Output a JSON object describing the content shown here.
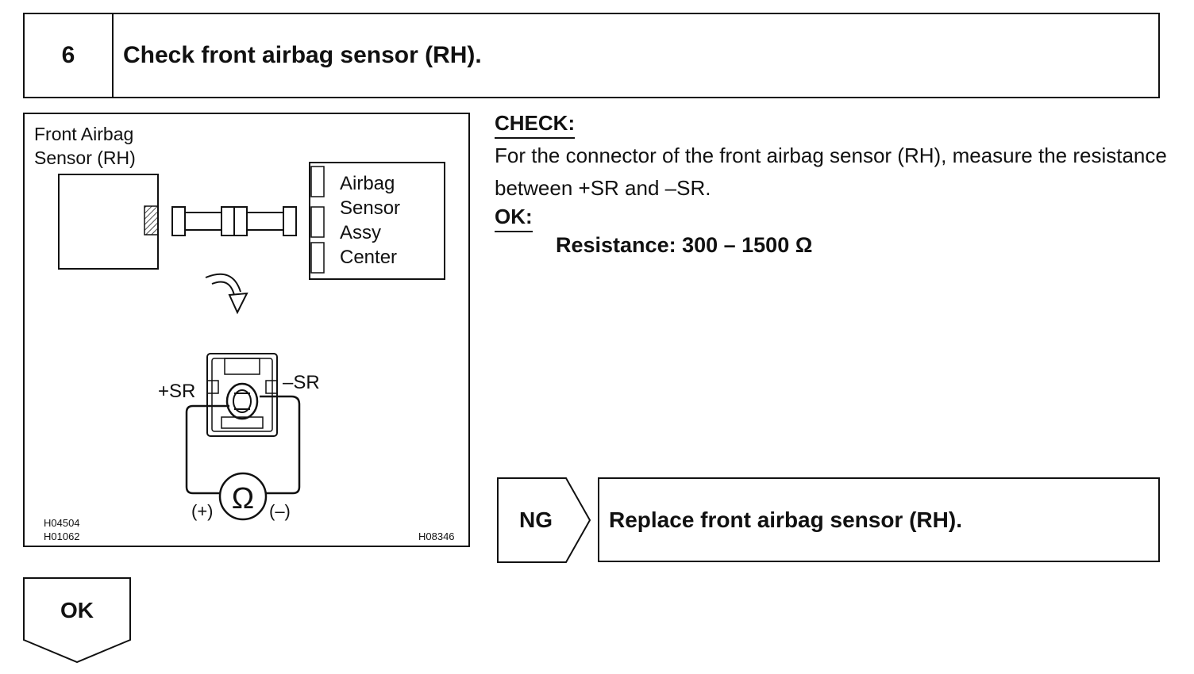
{
  "step": {
    "number": "6",
    "title": "Check front airbag sensor (RH)."
  },
  "figure": {
    "sensor_label_line1": "Front Airbag",
    "sensor_label_line2": "Sensor (RH)",
    "center_label_line1": "Airbag",
    "center_label_line2": "Sensor",
    "center_label_line3": "Assy",
    "center_label_line4": "Center",
    "plus_sr": "+SR",
    "minus_sr": "–SR",
    "meter_symbol": "Ω",
    "meter_plus": "(+)",
    "meter_minus": "(–)",
    "code_1": "H04504",
    "code_2": "H01062",
    "code_3": "H08346"
  },
  "check": {
    "label": "CHECK:",
    "text": "For the connector of the front airbag sensor (RH), measure the resistance between +SR and –SR."
  },
  "ok": {
    "label": "OK:",
    "spec": "Resistance: 300 – 1500 Ω"
  },
  "ng": {
    "label": "NG",
    "result": "Replace front airbag sensor (RH)."
  },
  "ok_branch": {
    "label": "OK"
  }
}
